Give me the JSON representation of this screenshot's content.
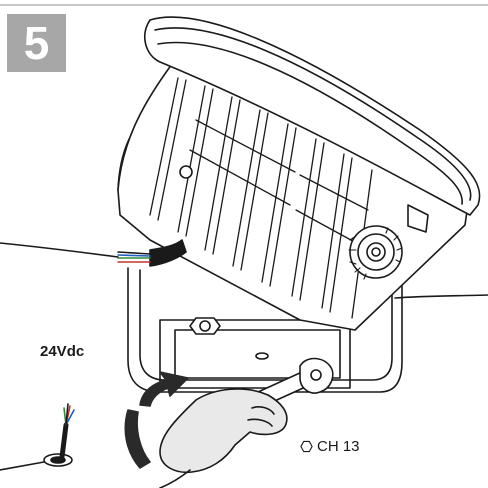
{
  "step": {
    "number": "5"
  },
  "labels": {
    "voltage": "24Vdc",
    "tool_size": "CH 13"
  },
  "icons": {
    "tool": "hex-wrench-icon",
    "rotation": "rotation-arrow-icon"
  },
  "colors": {
    "badge_background": "#a7a7a7",
    "line_art": "#1a1a1a",
    "rotation_arrow": "#2a2a2a"
  }
}
